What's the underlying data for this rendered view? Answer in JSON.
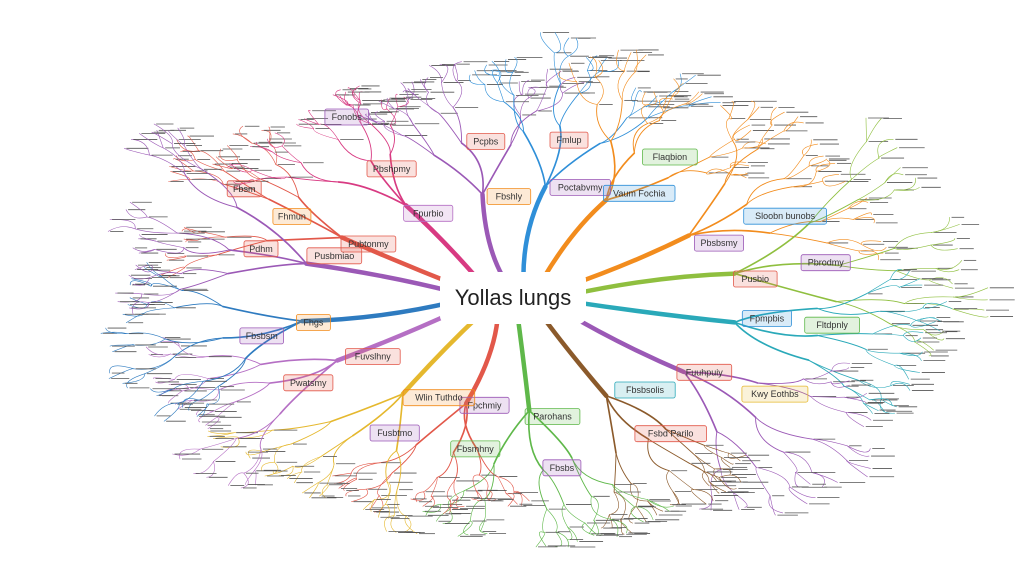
{
  "title": "Yollas lungs",
  "colors": {
    "background": "#ffffff",
    "center_box": "#ffffff",
    "text": "#333333",
    "branches": [
      "#e2584a",
      "#d83a82",
      "#9b59b6",
      "#2f8fd8",
      "#2aa9b9",
      "#5fb84a",
      "#f28c1d",
      "#8b5a2b",
      "#8fbf3f",
      "#e5b82e",
      "#2e7bc0",
      "#b56fc4"
    ]
  },
  "mindmap": {
    "center": "Yollas lungs",
    "nodes": [
      {
        "label": "Pubtonmy",
        "color": "#e2584a"
      },
      {
        "label": "Fpurbio",
        "color": "#b56fc4"
      },
      {
        "label": "Fbshly",
        "color": "#f28c1d"
      },
      {
        "label": "Poctabvmy",
        "color": "#9b59b6"
      },
      {
        "label": "Vaum Fochia",
        "color": "#2f8fd8"
      },
      {
        "label": "Pbsbsmy",
        "color": "#9b59b6"
      },
      {
        "label": "Pusbio",
        "color": "#e2584a"
      },
      {
        "label": "Fpmpbis",
        "color": "#2f8fd8"
      },
      {
        "label": "Fuuhpuiy",
        "color": "#e2584a"
      },
      {
        "label": "Fbsbsolis",
        "color": "#2aa9b9"
      },
      {
        "label": "Parohans",
        "color": "#5fb84a"
      },
      {
        "label": "Fpchmiy",
        "color": "#9b59b6"
      },
      {
        "label": "Wlin Tuthdo",
        "color": "#f28c1d"
      },
      {
        "label": "Fuvslhny",
        "color": "#e2584a"
      },
      {
        "label": "Fhgs",
        "color": "#f28c1d"
      },
      {
        "label": "Pusbmiao",
        "color": "#e2584a"
      },
      {
        "label": "Fhmun",
        "color": "#f28c1d"
      },
      {
        "label": "Pbshpmy",
        "color": "#e2584a"
      },
      {
        "label": "Pcpbs",
        "color": "#e2584a"
      },
      {
        "label": "Fmlup",
        "color": "#e2584a"
      },
      {
        "label": "Flaqbion",
        "color": "#5fb84a"
      },
      {
        "label": "Sloobn bunobs",
        "color": "#2f8fd8"
      },
      {
        "label": "Pbrodmy",
        "color": "#9b59b6"
      },
      {
        "label": "Fltdpnly",
        "color": "#5fb84a"
      },
      {
        "label": "Kwy Eothbs",
        "color": "#e5b82e"
      },
      {
        "label": "Fsbd Parilo",
        "color": "#e2584a"
      },
      {
        "label": "Fbsbs",
        "color": "#9b59b6"
      },
      {
        "label": "Fbsmhny",
        "color": "#5fb84a"
      },
      {
        "label": "Fusbtmo",
        "color": "#9b59b6"
      },
      {
        "label": "Pwatsmy",
        "color": "#e2584a"
      },
      {
        "label": "Fbsbsm",
        "color": "#9b59b6"
      },
      {
        "label": "Pdhm",
        "color": "#e2584a"
      },
      {
        "label": "Fbsm",
        "color": "#e2584a"
      },
      {
        "label": "Fonobs",
        "color": "#9b59b6"
      }
    ]
  }
}
